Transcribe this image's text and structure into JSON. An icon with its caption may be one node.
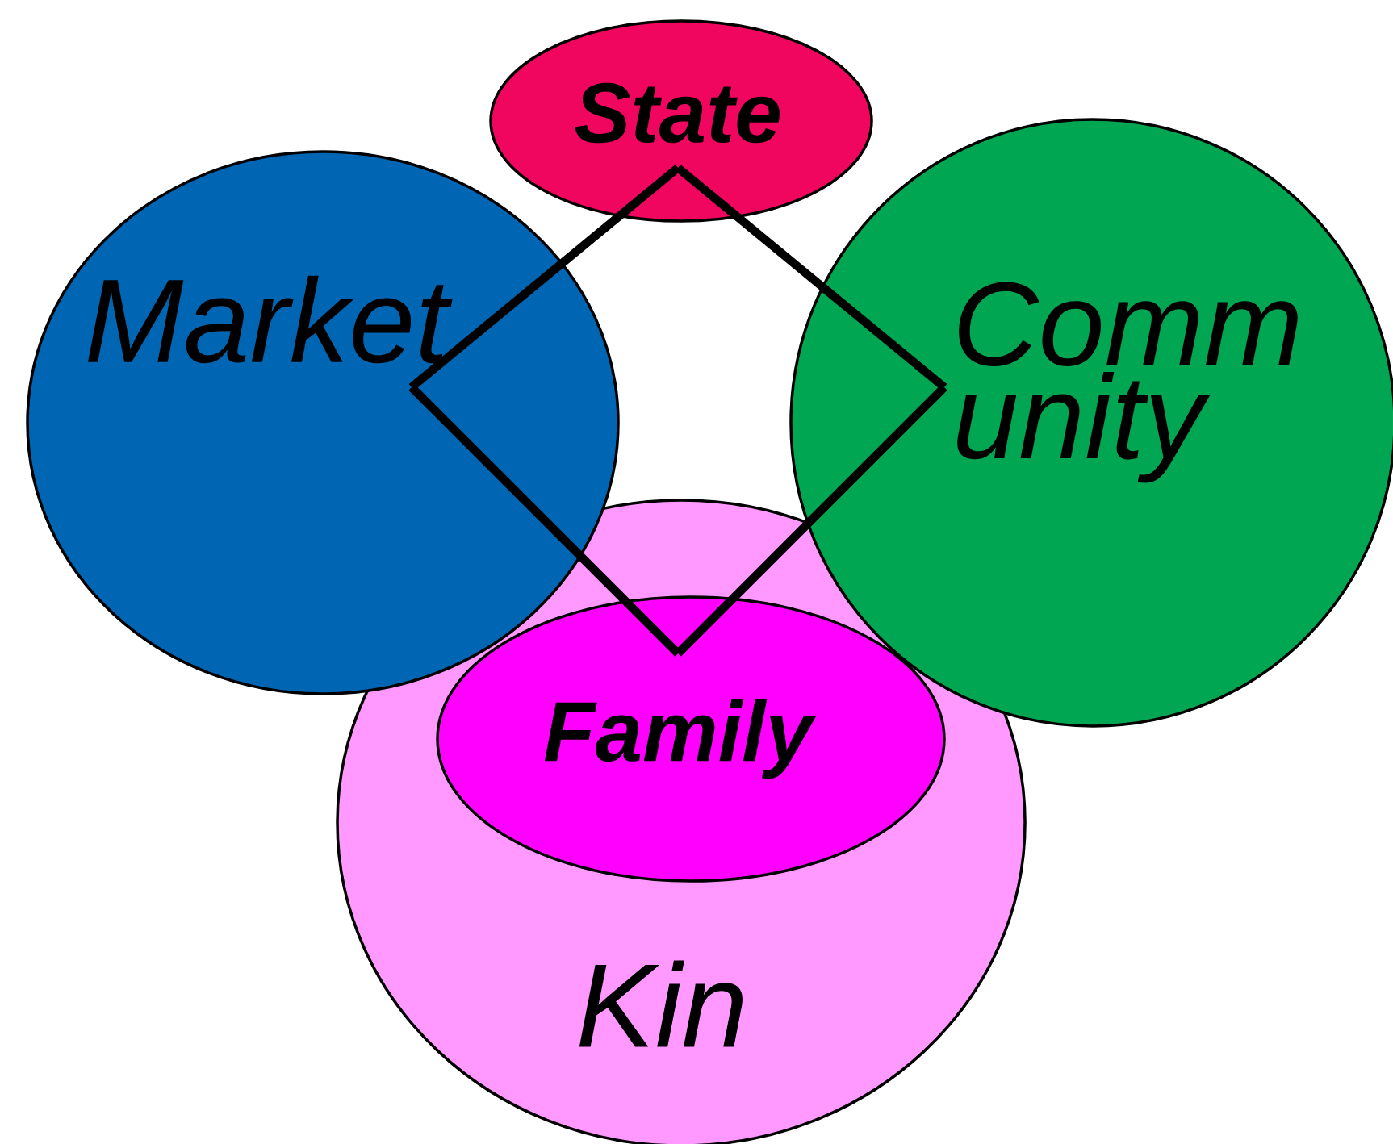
{
  "diagram": {
    "nodes": [
      {
        "text": [
          "State"
        ]
      },
      {
        "text": [
          "Market"
        ]
      },
      {
        "text": [
          "Comm unity"
        ]
      },
      {
        "text": [
          "Kin"
        ]
      },
      {
        "text": [
          "Family"
        ],
        "in": 3
      }
    ],
    "edges": [
      {
        "from": 0,
        "to": 1,
        "arrow": "none"
      },
      {
        "from": 1,
        "to": 4,
        "arrow": "none"
      },
      {
        "from": 4,
        "to": 2,
        "arrow": "none"
      },
      {
        "from": 2,
        "to": 0,
        "arrow": "none"
      }
    ]
  }
}
